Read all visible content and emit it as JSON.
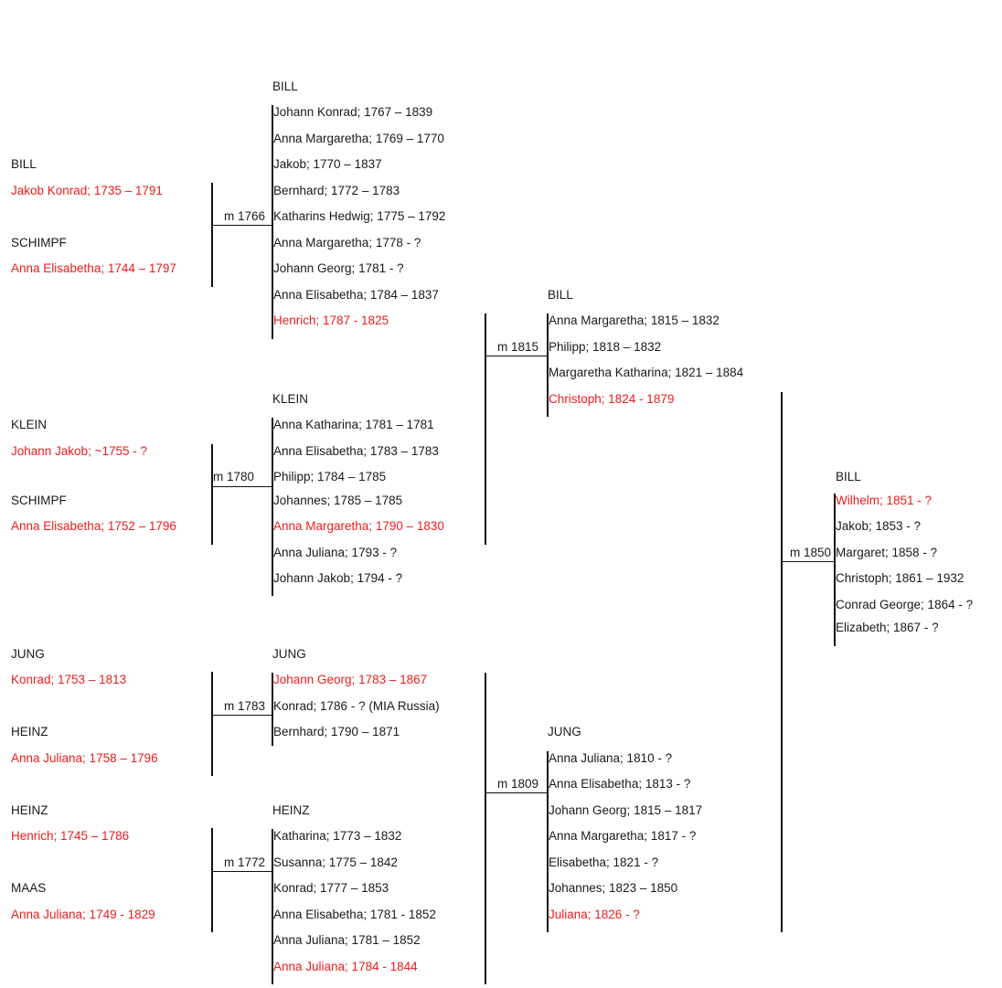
{
  "colors": {
    "line": "#111111",
    "text": "#1a1a1a",
    "highlight": "#ee1c1c"
  },
  "parents": {
    "bill_schimpf": {
      "f_family": "BILL",
      "f_name": "Jakob Konrad; 1735 – 1791",
      "m_family": "SCHIMPF",
      "m_name": "Anna Elisabetha; 1744 – 1797",
      "marriage": "m 1766"
    },
    "klein_schimpf": {
      "f_family": "KLEIN",
      "f_name": "Johann Jakob; ~1755 - ?",
      "m_family": "SCHIMPF",
      "m_name": "Anna Elisabetha; 1752 – 1796",
      "marriage": "m 1780"
    },
    "jung_heinz": {
      "f_family": "JUNG",
      "f_name": "Konrad; 1753 – 1813",
      "m_family": "HEINZ",
      "m_name": "Anna Juliana; 1758 – 1796",
      "marriage": "m 1783"
    },
    "heinz_maas": {
      "f_family": "HEINZ",
      "f_name": "Henrich; 1745 – 1786",
      "m_family": "MAAS",
      "m_name": "Anna Juliana; 1749 - 1829",
      "marriage": "m 1772"
    }
  },
  "children": {
    "bill": {
      "family": "BILL",
      "items": [
        "Johann Konrad; 1767 – 1839",
        "Anna Margaretha; 1769 – 1770",
        "Jakob; 1770 – 1837",
        "Bernhard; 1772 – 1783",
        "Katharins Hedwig; 1775 – 1792",
        "Anna Margaretha; 1778 - ?",
        "Johann Georg; 1781 - ?",
        "Anna Elisabetha; 1784 – 1837",
        "Henrich; 1787 - 1825"
      ]
    },
    "klein": {
      "family": "KLEIN",
      "items": [
        "Anna Katharina; 1781 – 1781",
        "Anna Elisabetha; 1783 – 1783",
        "Philipp; 1784 – 1785",
        "Johannes; 1785 – 1785",
        "Anna Margaretha; 1790 – 1830",
        "Anna Juliana; 1793 - ?",
        "Johann Jakob; 1794 - ?"
      ]
    },
    "jung": {
      "family": "JUNG",
      "items": [
        "Johann Georg; 1783 – 1867",
        "Konrad; 1786 - ? (MIA Russia)",
        "Bernhard; 1790 – 1871"
      ]
    },
    "heinz": {
      "family": "HEINZ",
      "items": [
        "Katharina; 1773 – 1832",
        "Susanna; 1775 – 1842",
        "Konrad; 1777 – 1853",
        "Anna Elisabetha; 1781 - 1852",
        "Anna Juliana; 1781 – 1852",
        "Anna Juliana; 1784 - 1844"
      ]
    }
  },
  "grandchildren": {
    "bill": {
      "family": "BILL",
      "marriage": "m 1815",
      "items": [
        "Anna Margaretha; 1815 – 1832",
        "Philipp; 1818 – 1832",
        "Margaretha Katharina; 1821 – 1884",
        "Christoph; 1824 - 1879"
      ]
    },
    "jung": {
      "family": "JUNG",
      "marriage": "m 1809",
      "items": [
        "Anna Juliana; 1810 - ?",
        "Anna Elisabetha; 1813 - ?",
        "Johann Georg; 1815 – 1817",
        "Anna Margaretha; 1817 - ?",
        "Elisabetha; 1821 - ?",
        "Johannes; 1823 – 1850",
        "Juliana; 1826 - ?"
      ]
    }
  },
  "final": {
    "family": "BILL",
    "marriage": "m 1850",
    "items": [
      "Wilhelm; 1851 - ?",
      "Jakob; 1853 - ?",
      "Margaret; 1858 - ?",
      "Christoph; 1861 – 1932",
      "Conrad George; 1864 - ?",
      "Elizabeth; 1867 - ?"
    ]
  }
}
